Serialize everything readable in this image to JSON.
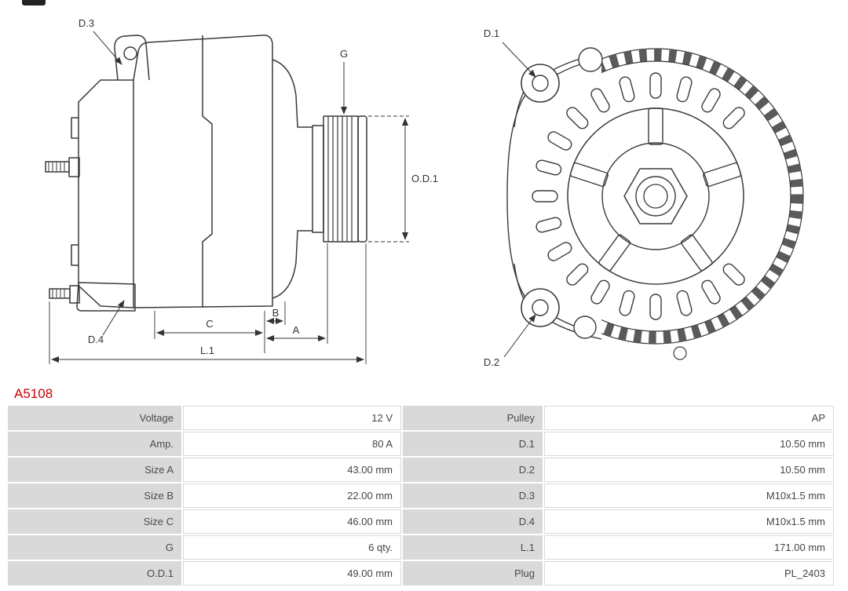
{
  "part_number": "A5108",
  "accent_color": "#cc0000",
  "diagram": {
    "labels": {
      "d1": "D.1",
      "d2": "D.2",
      "d3": "D.3",
      "d4": "D.4",
      "g": "G",
      "od1": "O.D.1",
      "a": "A",
      "b": "B",
      "c": "C",
      "l1": "L.1"
    }
  },
  "table": {
    "rows": [
      {
        "label1": "Voltage",
        "value1": "12 V",
        "label2": "Pulley",
        "value2": "AP"
      },
      {
        "label1": "Amp.",
        "value1": "80 A",
        "label2": "D.1",
        "value2": "10.50 mm"
      },
      {
        "label1": "Size A",
        "value1": "43.00 mm",
        "label2": "D.2",
        "value2": "10.50 mm"
      },
      {
        "label1": "Size B",
        "value1": "22.00 mm",
        "label2": "D.3",
        "value2": "M10x1.5 mm"
      },
      {
        "label1": "Size C",
        "value1": "46.00 mm",
        "label2": "D.4",
        "value2": "M10x1.5 mm"
      },
      {
        "label1": "G",
        "value1": "6 qty.",
        "label2": "L.1",
        "value2": "171.00 mm"
      },
      {
        "label1": "O.D.1",
        "value1": "49.00 mm",
        "label2": "Plug",
        "value2": "PL_2403"
      }
    ]
  }
}
